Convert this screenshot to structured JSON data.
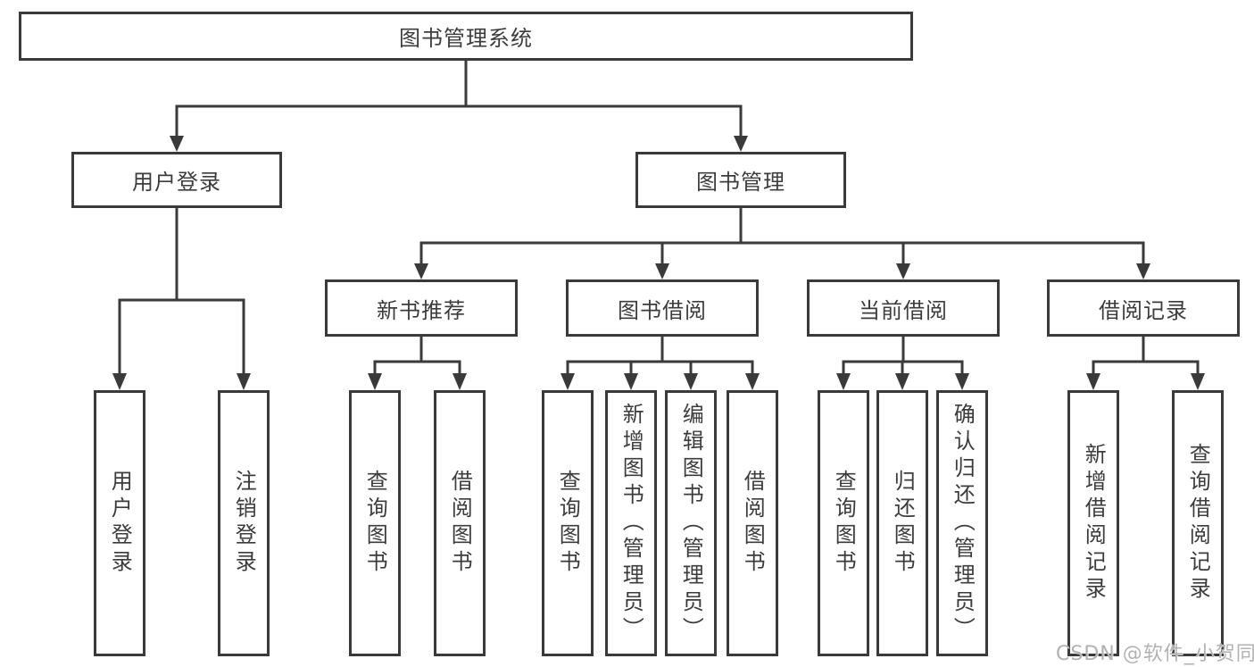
{
  "diagram": {
    "root": {
      "label": "图书管理系统"
    },
    "level2": [
      {
        "label": "用户登录"
      },
      {
        "label": "图书管理"
      }
    ],
    "level3": [
      {
        "label": "新书推荐"
      },
      {
        "label": "图书借阅"
      },
      {
        "label": "当前借阅"
      },
      {
        "label": "借阅记录"
      }
    ],
    "leaves": [
      {
        "label": "用户登录"
      },
      {
        "label": "注销登录"
      },
      {
        "label": "查询图书"
      },
      {
        "label": "借阅图书"
      },
      {
        "label": "查询图书"
      },
      {
        "label": "新增图书（管理员）"
      },
      {
        "label": "编辑图书（管理员）"
      },
      {
        "label": "借阅图书"
      },
      {
        "label": "查询图书"
      },
      {
        "label": "归还图书"
      },
      {
        "label": "确认归还（管理员）"
      },
      {
        "label": "新增借阅记录"
      },
      {
        "label": "查询借阅记录"
      }
    ],
    "watermark": "CSDN @软件_小贺同学",
    "colors": {
      "line": "#3a3a3a",
      "text": "#3c3c3c",
      "background": "#ffffff",
      "watermark_text": "#b2b2b2"
    }
  }
}
